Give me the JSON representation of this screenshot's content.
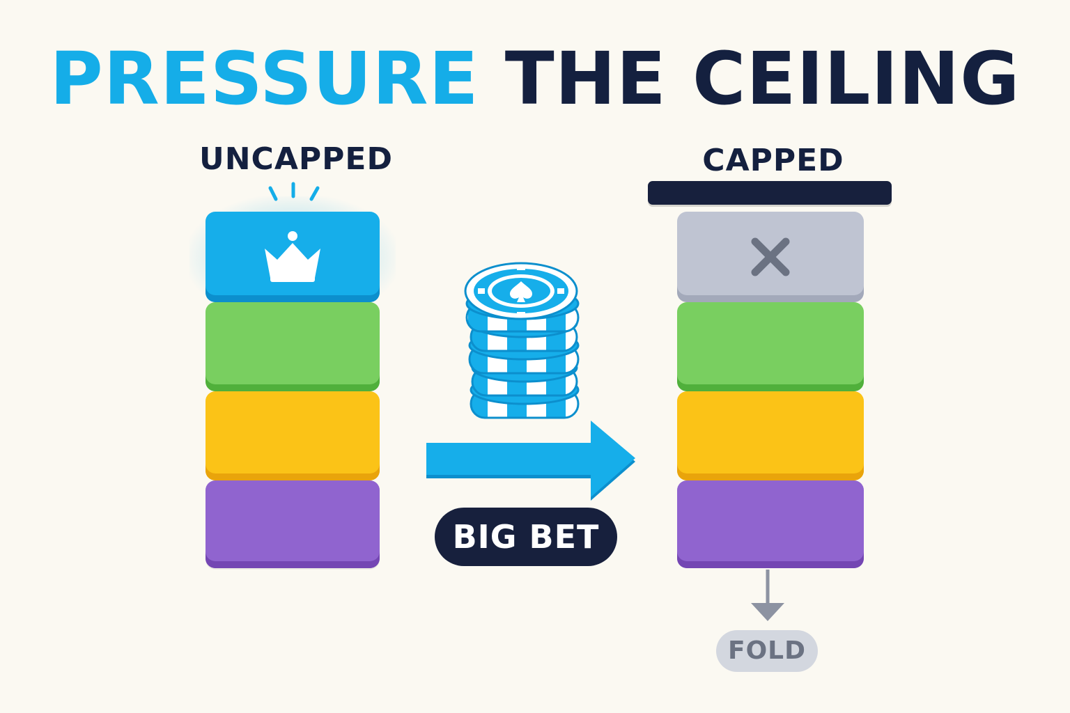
{
  "title": {
    "accent_word": "PRESSURE",
    "rest": "THE CEILING"
  },
  "left_column": {
    "label": "UNCAPPED",
    "top_block_icon": "crown-icon",
    "block_colors": [
      "#16aeea",
      "#79cf60",
      "#fbc317",
      "#9064cf"
    ]
  },
  "right_column": {
    "label": "CAPPED",
    "top_block_icon": "x-icon",
    "block_colors": [
      "#bfc4d2",
      "#79cf60",
      "#fbc317",
      "#9064cf"
    ]
  },
  "bet": {
    "label": "BIG BET",
    "chip_icon": "spade-icon"
  },
  "result": {
    "label": "FOLD"
  },
  "colors": {
    "accent": "#15ade8",
    "dark": "#14203f",
    "background": "#fbf9f2"
  }
}
